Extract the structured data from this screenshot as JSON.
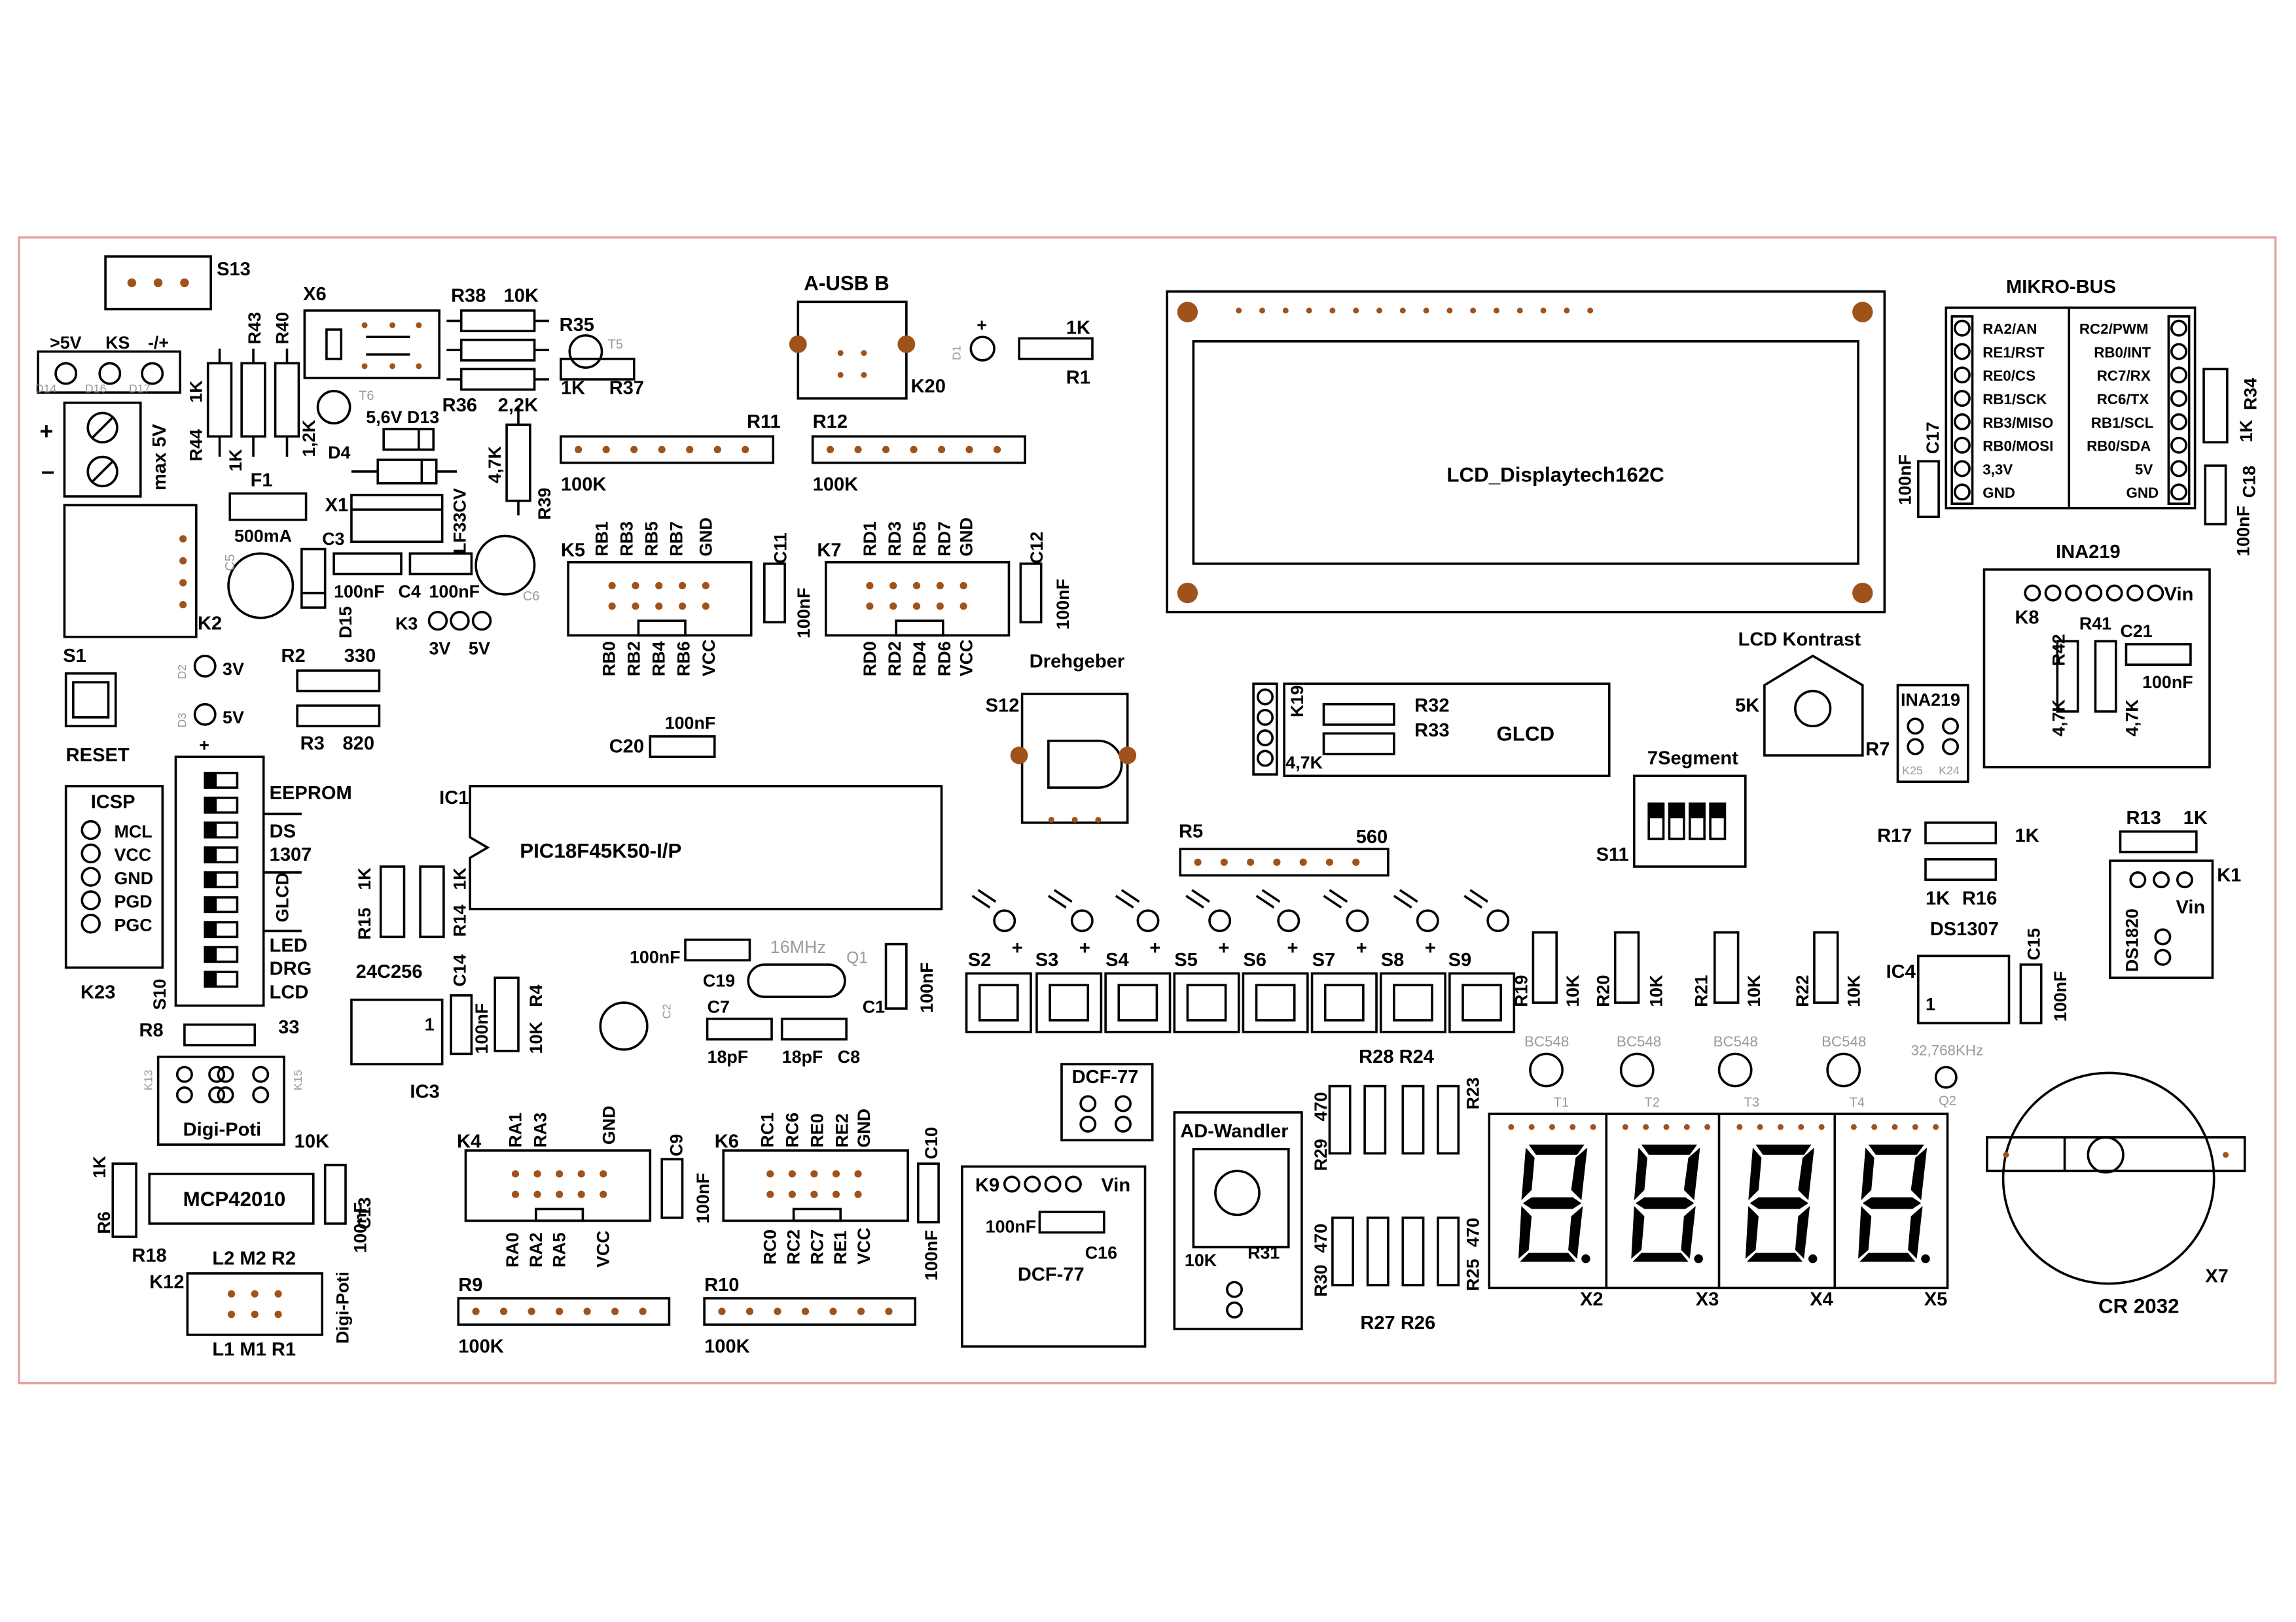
{
  "colors": {
    "background": "#ffffff",
    "outline": "#e8a0a0",
    "silkscreen": "#000000",
    "pad": "#a0521b",
    "faint": "#9a9a9a"
  },
  "lcd": {
    "name": "LCD_Displaytech162C"
  },
  "glcd": {
    "name": "GLCD"
  },
  "ic": {
    "mcu": "PIC18F45K50-I/P",
    "eeprom": "24C256",
    "eeprom_ref": "IC3",
    "mcu_ref": "IC1",
    "rtc": "DS1307",
    "rtc_ref": "IC4",
    "digipot": "MCP42010",
    "digipot_ref": "R18"
  },
  "connectors": {
    "usb": "A-USB B",
    "usb_ref": "K20",
    "mikrobus": "MIKRO-BUS",
    "mikrobus_left": [
      "RA2/AN",
      "RE1/RST",
      "RE0/CS",
      "RB1/SCK",
      "RB3/MISO",
      "RB0/MOSI",
      "3,3V",
      "GND"
    ],
    "mikrobus_right": [
      "RC2/PWM",
      "RB0/INT",
      "RC7/RX",
      "RC6/TX",
      "RB1/SCL",
      "RB0/SDA",
      "5V",
      "GND"
    ],
    "icsp": "ICSP",
    "icsp_pins": [
      "MCL",
      "VCC",
      "GND",
      "PGD",
      "PGC"
    ],
    "icsp_ref": "K23",
    "ina219": "INA219",
    "vin": "Vin",
    "k5_top": [
      "RB1",
      "RB3",
      "RB5",
      "RB7",
      "GND"
    ],
    "k5_bottom": [
      "RB0",
      "RB2",
      "RB4",
      "RB6",
      "VCC"
    ],
    "k7_top": [
      "RD1",
      "RD3",
      "RD5",
      "RD7",
      "GND"
    ],
    "k7_bottom": [
      "RD0",
      "RD2",
      "RD4",
      "RD6",
      "VCC"
    ],
    "k4_top": [
      "RA1",
      "RA3",
      "GND"
    ],
    "k4_bottom": [
      "RA0",
      "RA2",
      "RA5",
      "VCC"
    ],
    "k6_top": [
      "RC1",
      "RC6",
      "RE0",
      "RE2",
      "GND"
    ],
    "k6_bottom": [
      "RC0",
      "RC2",
      "RC7",
      "RE1",
      "VCC"
    ]
  },
  "power": {
    "labels": [
      ">5V",
      "KS",
      "-/+"
    ],
    "max": "max 5V",
    "fuse": "500mA",
    "regulator": "LF33CV",
    "zener": "5,6V D13",
    "v3": "3V",
    "v5": "5V"
  },
  "switches": {
    "reset": "RESET",
    "dip_labels": [
      "EEPROM",
      "DS",
      "1307",
      "GLCD",
      "LED",
      "DRG",
      "LCD"
    ],
    "buttons": [
      "S2",
      "S3",
      "S4",
      "S5",
      "S6",
      "S7",
      "S8",
      "S9"
    ],
    "drehgeber": "Drehgeber",
    "seg7": "7Segment",
    "lcd_kontrast": "LCD Kontrast"
  },
  "modules": {
    "dcf77": "DCF-77",
    "ad_wandler": "AD-Wandler",
    "digi_poti": "Digi-Poti",
    "ds1820": "DS1820",
    "crystal": "16MHz",
    "crystal2": "32,768KHz",
    "battery": "CR 2032",
    "transistor": "BC548"
  },
  "values": {
    "r100k": "100K",
    "c100n": "100nF",
    "c18p": "18pF",
    "r1k": "1K",
    "r10k": "10K",
    "r470": "470",
    "r330": "330",
    "r820": "820",
    "r560": "560",
    "r33": "33",
    "r2k2": "2,2K",
    "r1k2": "1,2K",
    "r4k7": "4,7K",
    "r5k": "5K"
  }
}
